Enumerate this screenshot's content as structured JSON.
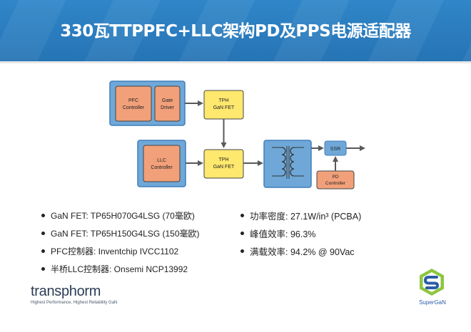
{
  "title": "330瓦TTPPFC+LLC架构PD及PPS电源适配器",
  "diagram": {
    "pfc_controller": [
      "PFC",
      "Controller"
    ],
    "gate_driver": [
      "Gate",
      "Driver"
    ],
    "tph_top": [
      "TPH",
      "GaN FET"
    ],
    "llc_controller": [
      "LLC",
      "Controller"
    ],
    "tph_bottom": [
      "TPH",
      "GaN FET"
    ],
    "ssr": "SSR",
    "pd_controller": [
      "PD",
      "Controller"
    ]
  },
  "bullets_left": [
    "GaN FET: TP65H070G4LSG (70毫欧)",
    "GaN FET: TP65H150G4LSG (150毫欧)",
    "PFC控制器: Inventchip IVCC1102",
    "半桥LLC控制器: Onsemi NCP13992"
  ],
  "bullets_right": [
    "功率密度: 27.1W/in³ (PCBA)",
    "峰值效率:  96.3%",
    "满载效率: 94.2% @ 90Vac"
  ],
  "logo": "transphorm",
  "tagline": "Highest Performance, Highest Reliability GaN",
  "badge": "SuperGaN",
  "colors": {
    "header_blue": "#2a7bbd",
    "block_blue": "#6fa8d8",
    "block_orange": "#f2a07a",
    "block_yellow": "#ffe86e"
  }
}
